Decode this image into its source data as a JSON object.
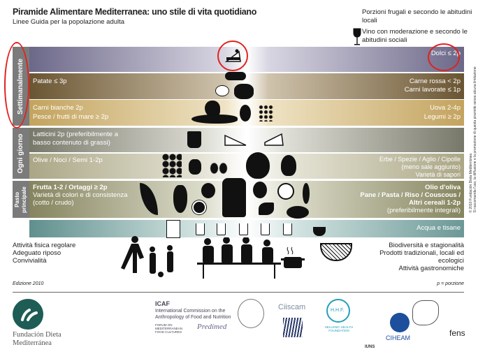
{
  "header": {
    "title": "Piramide Alimentare Mediterranea: uno stile di vita quotidiano",
    "subtitle": "Linee Guida per la popolazione adulta"
  },
  "notes": {
    "frugal": "Porzioni frugali e secondo le abitudini locali",
    "wine": "Vino con moderazione e secondo le abitudini sociali"
  },
  "side_labels": {
    "weekly": "Settimanalmente",
    "daily": "Ogni giorno",
    "meal": "Pasto principale"
  },
  "bands": {
    "sweets": {
      "right": "Dolci ≤ 2p",
      "color": "#6c6889"
    },
    "potatoes": {
      "left": "Patate ≤ 3p",
      "right1": "Carne rossa < 2p",
      "right2": "Carni lavorate ≤ 1p",
      "color": "#6a5532"
    },
    "poultry": {
      "left1": "Carni bianche 2p",
      "left2": "Pesce / frutti di mare ≥ 2p",
      "right1": "Uova 2-4p",
      "right2": "Legumi ≥ 2p",
      "color": "#c3a35e"
    },
    "dairy": {
      "left1": "Latticini 2p (preferibilmente a",
      "left2": "basso contenuto di grassi)",
      "color": "#78786a"
    },
    "olives": {
      "left": "Olive / Noci / Semi 1-2p",
      "right1": "Erbe / Spezie / Aglio / Cipolle",
      "right2": "(meno sale aggiunto)",
      "right3": "Varietà di sapori",
      "color": "#c2bea2"
    },
    "fruit": {
      "left1": "Frutta 1-2 / Ortaggi ≥ 2p",
      "left2": "Varietà di colori e di consistenza",
      "left3": "(cotto / crudo)",
      "right1": "Olio d'oliva",
      "right2": "Pane / Pasta / Riso / Couscous /",
      "right3": "Altri cereali 1-2p",
      "right4": "(preferibilmente integrali)",
      "color": "#85845e"
    },
    "water": {
      "right": "Acqua e tisane",
      "color": "#6b9896"
    }
  },
  "lifestyle": {
    "left": [
      "Attività fisica regolare",
      "Adeguato riposo",
      "Convivialità"
    ],
    "right": [
      "Biodiversità e stagionalità",
      "Prodotti tradizionali, locali ed",
      "ecologici",
      "Attività gastronomiche"
    ]
  },
  "edition": "Edizione 2010",
  "portion_note": "p = porzione",
  "copyright": "© 2010 Fundación Dieta Mediterránea",
  "usage": "Si raccomanda l'uso, la diffusione e la promozione di questa piramide senza alcuna limitazione",
  "logos": {
    "fdm": "Fundación Dieta Mediterránea",
    "icaf": "ICAF",
    "icaf_full": "International Commission on the Anthropology of Food and Nutrition",
    "forum": "FORUM ON MEDITERRANEAN FOOD CULTURES",
    "predimed": "Predimed",
    "ciiscam": "Ciiscam",
    "hhf": "H.H.F.",
    "hhf_full": "HELLENIC HEALTH FOUNDATION",
    "iuns": "IUNS",
    "ciheam": "CIHEAM",
    "fens": "fens"
  }
}
